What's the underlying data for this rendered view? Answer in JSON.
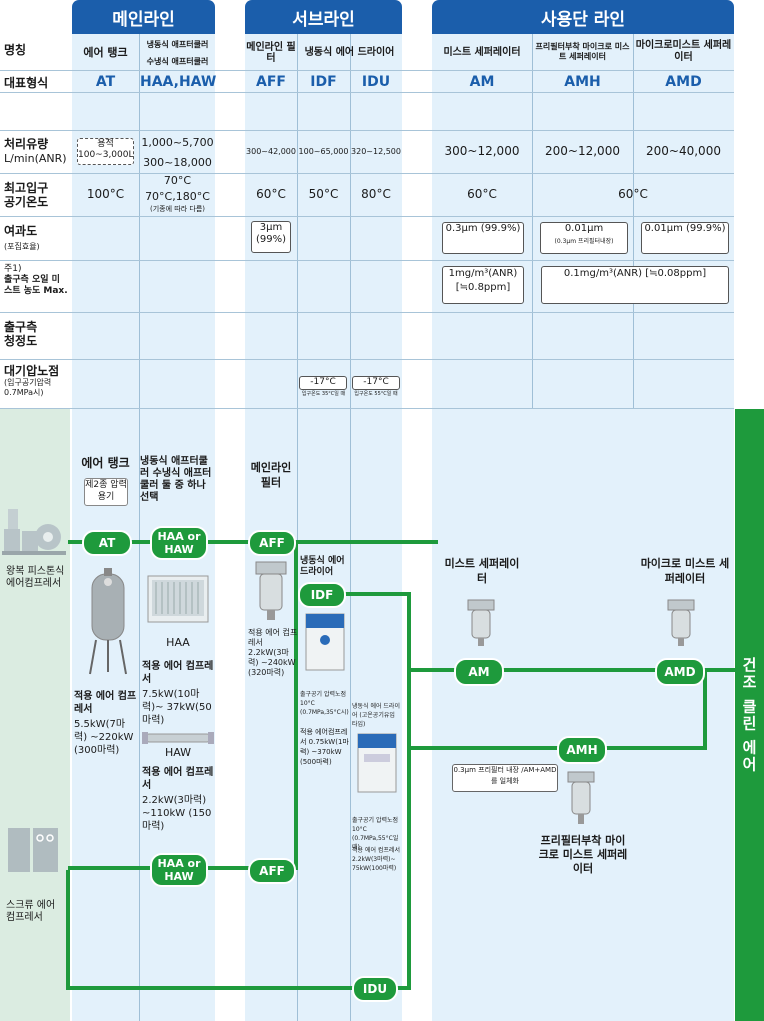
{
  "headers": {
    "main": "메인라인",
    "sub": "서브라인",
    "end": "사용단 라인"
  },
  "row_labels": {
    "name": "명칭",
    "model": "대표형식",
    "flow": "처리유량",
    "flow_unit": "L/min(ANR)",
    "temp": "최고입구 공기온도",
    "filtration": "여과도",
    "filtration_sub": "(포집효율)",
    "oil_note": "주1)",
    "oil": "출구측 오일 미스트 농도 Max.",
    "clean": "출구측 청정도",
    "dew": "대기압노점",
    "dew_sub": "(입구공기압력 0.7MPa시)"
  },
  "columns": {
    "at": {
      "name": "에어 탱크",
      "code": "AT",
      "flow": "용적 100~3,000L",
      "temp": "100°C"
    },
    "haa": {
      "name1": "냉동식 애프터쿨러",
      "name2": "수냉식 애프터쿨러",
      "code": "HAA,HAW",
      "flow1": "1,000~5,700",
      "flow2": "300~18,000",
      "temp1": "70°C",
      "temp2": "70°C,180°C",
      "temp_note": "(기종에 따라 다름)"
    },
    "aff": {
      "name": "메인라인 필터",
      "code": "AFF",
      "flow": "300~42,000",
      "temp": "60°C",
      "filt": "3µm (99%)"
    },
    "idf": {
      "name": "냉동식 에어 드라이어",
      "code": "IDF",
      "flow": "100~65,000",
      "temp": "50°C",
      "dew": "-17°C",
      "dew_note": "입구온도 35°C일 때"
    },
    "idu": {
      "code": "IDU",
      "flow": "320~12,500",
      "temp": "80°C",
      "dew": "-17°C",
      "dew_note": "입구온도 55°C일 때"
    },
    "am": {
      "name": "미스트 세퍼레이터",
      "code": "AM",
      "flow": "300~12,000",
      "filt": "0.3µm (99.9%)",
      "oil": "1mg/m³(ANR) [≒0.8ppm]"
    },
    "amh": {
      "name": "프리필터부착 마이크로 미스트 세퍼레이터",
      "code": "AMH",
      "flow": "200~12,000",
      "filt": "0.01µm",
      "filt_note": "(0.3µm 프리필터내장)"
    },
    "amd": {
      "name": "마이크로미스트 세퍼레이터",
      "code": "AMD",
      "flow": "200~40,000",
      "filt": "0.01µm (99.9%)"
    },
    "shared": {
      "temp": "60°C",
      "temp_end": "60°C",
      "oil": "0.1mg/m³(ANR) [≒0.08ppm]"
    }
  },
  "diagram": {
    "compressor1": "왕복 피스톤식 에어컴프레서",
    "compressor2": "스크류 에어 컴프레서",
    "tank_title": "에어 탱크",
    "tank_box": "제2종 압력용기",
    "cooler_title": "냉동식 애프터쿨러 수냉식 애프터쿨러 둘 중 하나 선택",
    "filter_title": "메인라인 필터",
    "pill_at": "AT",
    "pill_haa_or_haw": "HAA or HAW",
    "pill_aff": "AFF",
    "pill_idf": "IDF",
    "pill_idu": "IDU",
    "pill_am": "AM",
    "pill_amh": "AMH",
    "pill_amd": "AMD",
    "dryer_label": "냉동식 에어 드라이어",
    "at_app_title": "적용 에어 컴프레서",
    "at_app_val": "5.5kW(7마력) ~220kW (300마력)",
    "haa_label": "HAA",
    "haa_app_title": "적용 에어 컴프레서",
    "haa_app_val": "7.5kW(10마력)~ 37kW(50마력)",
    "haw_label": "HAW",
    "haw_app_title": "적용 에어 컴프레서",
    "haw_app_val": "2.2kW(3마력) ~110kW (150마력)",
    "aff_app": "적용 에어 컴프레서 2.2kW(3마력) ~240kW (320마력)",
    "idf_note1": "출구공기 압력노점 10°C (0.7MPa,35°C시)",
    "idf_note2": "적용 에어컴프레서 0.75kW(1마력) ~370kW (500마력)",
    "idu_title": "냉동식 에어 드라이어 (고온공기유입 타입)",
    "idu_note1": "출구공기 압력노점 10°C (0.7MPa,55°C일 때)",
    "idu_note2": "적용 에어 컴프레서 2.2kW(3마력)~ 75kW(100마력)",
    "am_label": "미스트 세퍼레이터",
    "amd_label": "마이크로 미스트 세퍼레이터",
    "amh_note": "0.3µm 프리필터 내장 /AM+AMD를 일체화",
    "amh_label": "프리필터부착 마이크로 미스트 세퍼레이터",
    "side_label": "건조 클린 에어"
  },
  "colors": {
    "header": "#1b5eab",
    "pipe": "#1e9a3c",
    "column": "#e3f1fb"
  }
}
